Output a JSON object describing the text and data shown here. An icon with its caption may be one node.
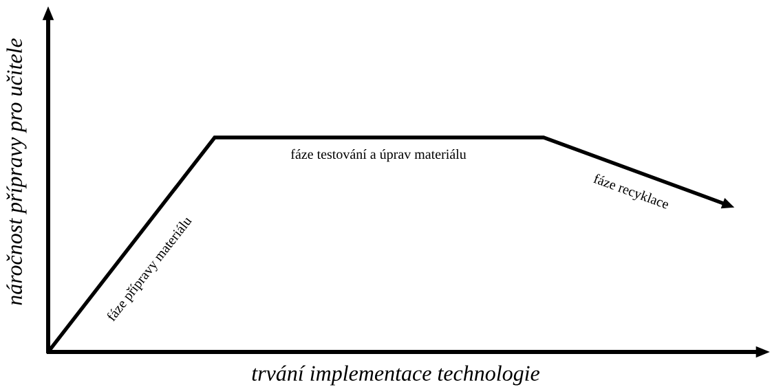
{
  "diagram": {
    "labels": [
      "náročnost přípravy pro učitele",
      "fáze přípravy materiálu",
      "fáze testování a úprav materiálu",
      "fáze recyklace",
      "trvání implementace technologie"
    ]
  }
}
